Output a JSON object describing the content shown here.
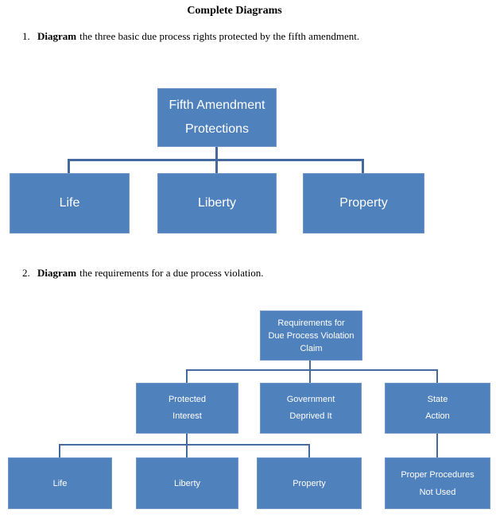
{
  "document": {
    "title": "Complete Diagrams",
    "items": [
      {
        "number": "1.",
        "keyword": "Diagram",
        "text": "the three basic due process rights protected by the fifth amendment."
      },
      {
        "number": "2.",
        "keyword": "Diagram",
        "text": "the requirements for a due process violation."
      }
    ]
  },
  "colors": {
    "box_fill": "#4f81bd",
    "box_border": "#6f97c9",
    "box_text": "#ffffff",
    "connector": "#44699e",
    "page_background": "#ffffff"
  },
  "diagram1": {
    "root": {
      "lines": [
        "Fifth Amendment",
        "Protections"
      ]
    },
    "children": [
      {
        "lines": [
          "Life"
        ]
      },
      {
        "lines": [
          "Liberty"
        ]
      },
      {
        "lines": [
          "Property"
        ]
      }
    ]
  },
  "diagram2": {
    "root": {
      "lines": [
        "Requirements for",
        "Due Process Violation",
        "Claim"
      ]
    },
    "level2": [
      {
        "lines": [
          "Protected",
          "Interest"
        ]
      },
      {
        "lines": [
          "Government",
          "Deprived It"
        ]
      },
      {
        "lines": [
          "State",
          "Action"
        ]
      }
    ],
    "level3": [
      {
        "lines": [
          "Life"
        ]
      },
      {
        "lines": [
          "Liberty"
        ]
      },
      {
        "lines": [
          "Property"
        ]
      },
      {
        "lines": [
          "Proper Procedures",
          "Not Used"
        ]
      }
    ]
  }
}
